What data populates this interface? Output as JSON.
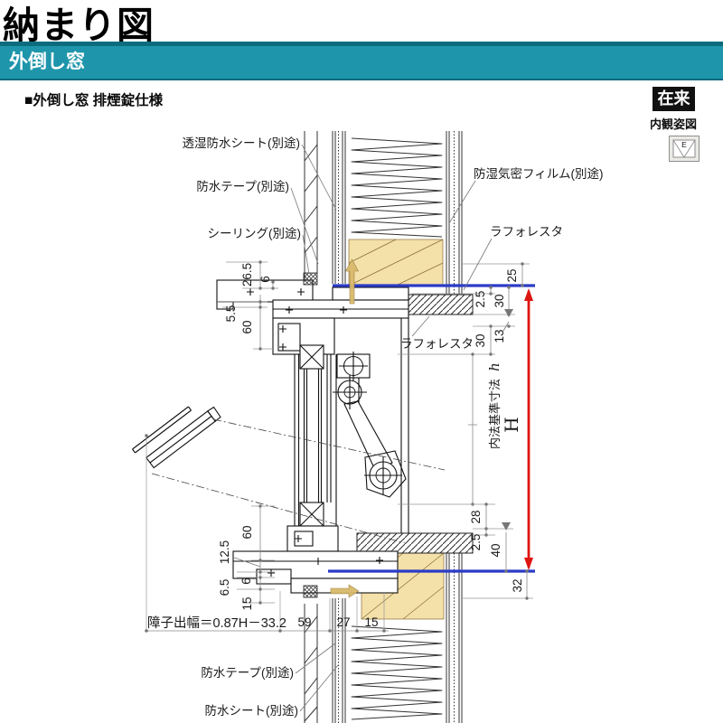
{
  "header": {
    "page_title": "納まり図",
    "section_title": "外倒し窓",
    "subtitle": "■外倒し窓 排煙錠仕様",
    "construction_badge": "在来",
    "view_caption": "内観姿図",
    "window_icon_letter": "E"
  },
  "colors": {
    "teal": "#1E95AB",
    "teal_dark": "#0C6C7E",
    "badge_black": "#111111",
    "wood": "#F4E0A9",
    "blue_line": "#2B3BC8",
    "red_line": "#DD1510",
    "dim_gray": "#8A8A8A"
  },
  "callouts": {
    "moisture_permeable_sheet": "透湿防水シート(別途)",
    "waterproof_tape_top": "防水テープ(別途)",
    "sealing": "シーリング(別途)",
    "vapor_barrier_film": "防湿気密フィルム(別途)",
    "laforesta_upper": "ラフォレスタ",
    "laforesta_mid": "ラフォレスタ",
    "waterproof_tape_bottom": "防水テープ(別途)",
    "waterproof_sheet_bottom": "防水シート(別途)"
  },
  "dimensions": {
    "top_26_5": "26.5",
    "top_6": "6",
    "top_5_5": "5.5",
    "top_60": "60",
    "bottom_60": "60",
    "bottom_12_5": "12.5",
    "bottom_6_5": "6.5",
    "bottom_6": "6",
    "bottom_15": "15",
    "sash_formula": "障子出幅＝0.87H－33.2",
    "width_59": "59",
    "width_27": "27",
    "width_15": "15",
    "right_25": "25",
    "right_2_5_top": "2.5",
    "right_30_upper": "30",
    "right_30_lower": "30",
    "right_13": "13",
    "inner_height_label": "内法基準寸法",
    "inner_height_symbol": "h",
    "overall_height": "H",
    "right_28": "28",
    "right_2_5_bottom": "2.5",
    "right_40": "40",
    "right_32": "32"
  }
}
